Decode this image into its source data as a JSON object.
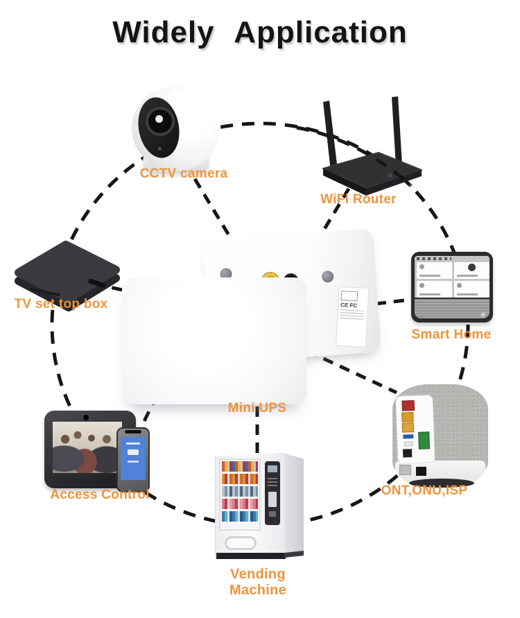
{
  "title": "Widely Application",
  "accent_color": "#F0943B",
  "line_color": "#161616",
  "devices": [
    {
      "id": "cctv-camera",
      "label": "CCTV camera"
    },
    {
      "id": "wifi-router",
      "label": "WiFi Router"
    },
    {
      "id": "tv-set-top-box",
      "label": "TV set top box"
    },
    {
      "id": "smart-home",
      "label": "Smart Home"
    },
    {
      "id": "mini-ups",
      "label": "Mini UPS"
    },
    {
      "id": "access-control",
      "label": "Access Control"
    },
    {
      "id": "ont-onu-isp",
      "label": "ONT,ONU,ISP"
    },
    {
      "id": "vending-machine",
      "label": "Vending Machine"
    }
  ],
  "ups_sticker": {
    "ce": "CE",
    "fc": "FC"
  }
}
